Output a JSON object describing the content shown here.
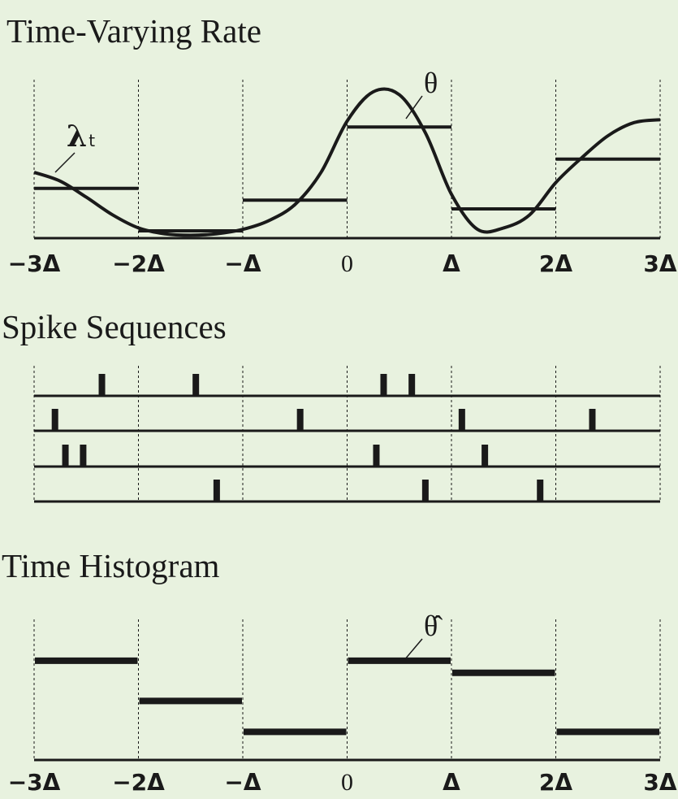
{
  "panels": {
    "rate": {
      "title": "Time-Varying Rate",
      "curve_label": "λ",
      "curve_label_sub": "t",
      "bar_label": "θ"
    },
    "spikes": {
      "title": "Spike Sequences"
    },
    "histogram": {
      "title": "Time Histogram",
      "bar_label": "θ̂"
    }
  },
  "x_ticks": [
    "−3Δ",
    "−2Δ",
    "−Δ",
    "0",
    "Δ",
    "2Δ",
    "3Δ"
  ],
  "chart_data": [
    {
      "type": "line",
      "title": "Time-Varying Rate",
      "x_range_in_delta": [
        -3,
        3
      ],
      "curve_name": "λt",
      "curve_points": {
        "x": [
          -3,
          -2.75,
          -2.5,
          -2.25,
          -2,
          -1.75,
          -1.5,
          -1.25,
          -1,
          -0.75,
          -0.5,
          -0.25,
          0,
          0.25,
          0.5,
          0.75,
          1,
          1.25,
          1.5,
          1.75,
          2,
          2.25,
          2.5,
          2.75,
          3
        ],
        "y": [
          0.45,
          0.39,
          0.28,
          0.16,
          0.07,
          0.03,
          0.02,
          0.03,
          0.06,
          0.12,
          0.23,
          0.45,
          0.8,
          1.0,
          0.98,
          0.72,
          0.3,
          0.06,
          0.07,
          0.16,
          0.38,
          0.55,
          0.7,
          0.79,
          0.81
        ]
      },
      "bin_series_name": "θ",
      "bin_values": [
        0.34,
        0.05,
        0.26,
        0.76,
        0.2,
        0.54
      ]
    },
    {
      "type": "scatter",
      "title": "Spike Sequences",
      "x_range_in_delta": [
        -3,
        3
      ],
      "trials": [
        [
          -2.35,
          -1.45,
          0.35,
          0.62
        ],
        [
          -2.8,
          -0.45,
          1.1,
          2.35
        ],
        [
          -2.7,
          -2.53,
          0.28,
          1.32
        ],
        [
          -1.25,
          0.75,
          1.85
        ]
      ]
    },
    {
      "type": "bar",
      "title": "Time Histogram",
      "x_range_in_delta": [
        -3,
        3
      ],
      "bin_series_name": "θ̂",
      "bin_values": [
        0.74,
        0.44,
        0.21,
        0.74,
        0.65,
        0.21
      ]
    }
  ],
  "colors": {
    "background": "#e8f2df",
    "ink": "#1a1a1a"
  }
}
